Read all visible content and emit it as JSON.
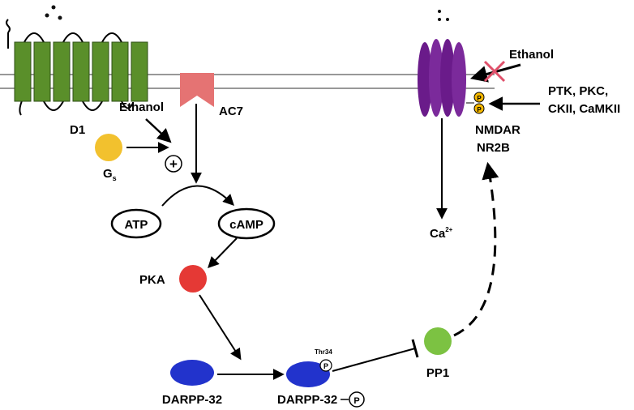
{
  "labels": {
    "d1": "D1",
    "ethanol_left": "Ethanol",
    "ac7": "AC7",
    "gs_main": "G",
    "gs_sub": "s",
    "plus": "+",
    "atp": "ATP",
    "camp": "cAMP",
    "pka": "PKA",
    "darpp": "DARPP-32",
    "darpp_p": "DARPP-32",
    "p": "P",
    "thr34": "Thr34",
    "pp1": "PP1",
    "ca_main": "Ca",
    "ca_sup": "2+",
    "ethanol_right": "Ethanol",
    "kinases_line1": "PTK, PKC,",
    "kinases_line2": "CKII, CaMKII",
    "nmdar": "NMDAR",
    "nr2b": "NR2B"
  },
  "colors": {
    "d1_receptor": "#5a8f2a",
    "ac7": "#e57373",
    "gs": "#f2c12e",
    "pka": "#e53935",
    "darpp": "#2233cc",
    "pp1": "#7cc242",
    "nmdar": "#6a1b8a",
    "phospho_dot": "#f5b800",
    "inhibit_cross": "#e0506a"
  }
}
